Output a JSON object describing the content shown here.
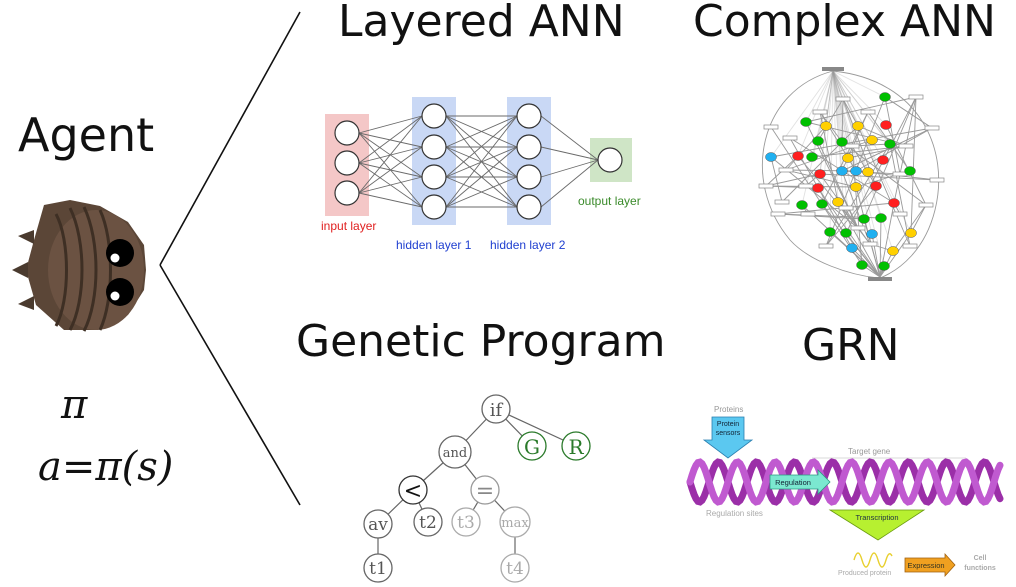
{
  "agent": {
    "title": "Agent",
    "policy_symbol": "π",
    "policy_equation": "a=π(s)"
  },
  "panels": {
    "layered_ann": {
      "title": "Layered ANN",
      "labels": {
        "input": "input layer",
        "hidden1": "hidden layer 1",
        "hidden2": "hidden layer 2",
        "output": "output layer"
      }
    },
    "complex_ann": {
      "title": "Complex ANN"
    },
    "genetic_program": {
      "title": "Genetic Program",
      "nodes": [
        "if",
        "and",
        "G",
        "R",
        "<",
        "=",
        "av",
        "t2",
        "t3",
        "max",
        "t1",
        "t4"
      ]
    },
    "grn": {
      "title": "GRN",
      "labels": {
        "proteins": "Proteins",
        "protein_sensors": "Protein sensors",
        "target_gene": "Target gene",
        "regulation": "Regulation",
        "regulation_sites": "Regulation sites",
        "transcription": "Transcription",
        "expression": "Expression",
        "cell_functions": "Cell functions",
        "produced_protein": "Produced protein"
      }
    }
  },
  "colors": {
    "input_layer": "#f4c7c7",
    "hidden_layer": "#c9d8f5",
    "output_layer": "#cfe5c6",
    "input_text": "#e02020",
    "hidden_text": "#1f3fd0",
    "output_text": "#3a8a2a",
    "gp_green": "#2a7a2a",
    "dna": "#9b2fa8"
  }
}
